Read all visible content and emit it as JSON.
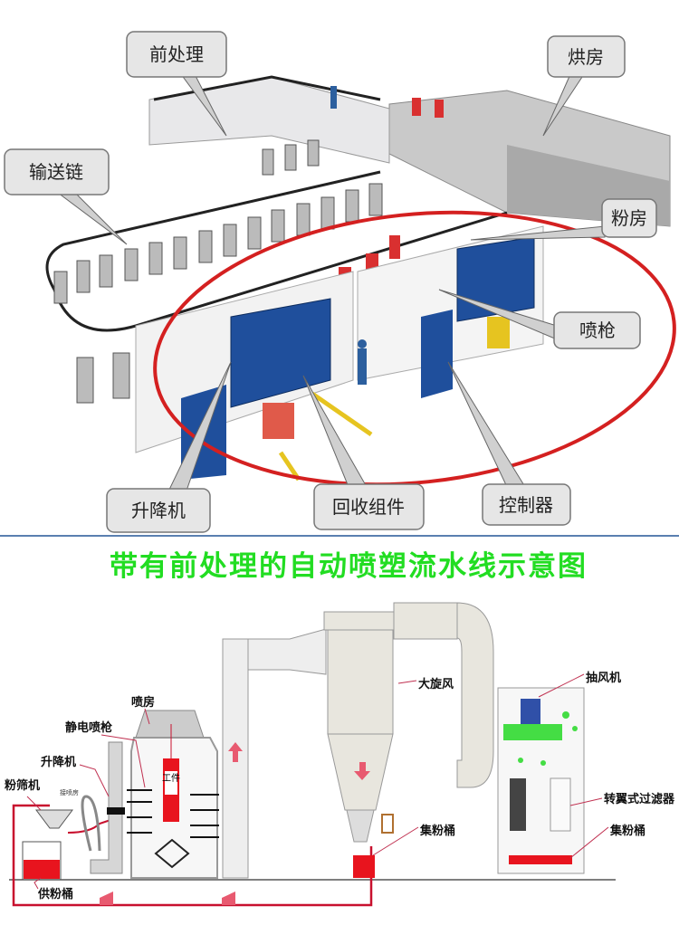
{
  "top_diagram": {
    "callouts": {
      "pretreatment": "前处理",
      "oven": "烘房",
      "conveyor_chain": "输送链",
      "powder_room": "粉房",
      "spray_gun": "喷枪",
      "lifter": "升降机",
      "recovery_unit": "回收组件",
      "controller": "控制器"
    }
  },
  "title": "带有前处理的自动喷塑流水线示意图",
  "bottom_diagram": {
    "labels": {
      "spray_booth": "喷房",
      "electrostatic_gun": "静电喷枪",
      "lifter": "升降机",
      "powder_sieve": "粉筛机",
      "to_booth": "接喷房",
      "supply_bucket": "供粉桶",
      "workpiece": "工件",
      "big_cyclone": "大旋风",
      "exhaust_fan": "抽风机",
      "rotary_filter": "转翼式过滤器",
      "collect_bucket_1": "集粉桶",
      "collect_bucket_2": "集粉桶"
    }
  },
  "colors": {
    "title": "#22dd22",
    "highlight": "#d42020",
    "booth_blue": "#1f4f9c"
  }
}
